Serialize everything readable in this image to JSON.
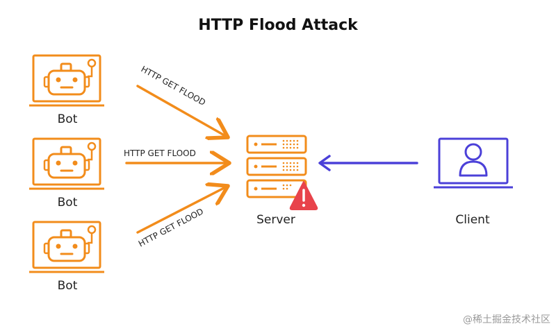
{
  "title": "HTTP Flood Attack",
  "bots": [
    {
      "label": "Bot"
    },
    {
      "label": "Bot"
    },
    {
      "label": "Bot"
    }
  ],
  "arrows": {
    "flood_label": "HTTP GET FLOOD"
  },
  "server": {
    "label": "Server"
  },
  "client": {
    "label": "Client"
  },
  "watermark": "@稀土掘金技术社区",
  "colors": {
    "bot_orange": "#f28c1b",
    "client_blue": "#4b40d8",
    "warning_red": "#e8434b"
  }
}
